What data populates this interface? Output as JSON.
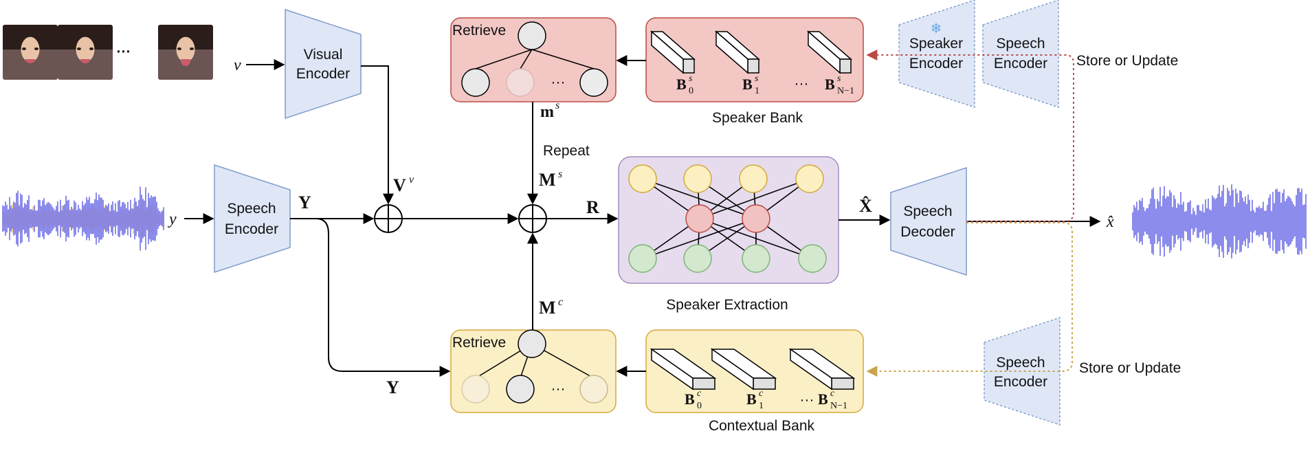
{
  "labels": {
    "visual_encoder": [
      "Visual",
      "Encoder"
    ],
    "speech_encoder_in": [
      "Speech",
      "Encoder"
    ],
    "speaker_encoder": [
      "Speaker",
      "Encoder"
    ],
    "speech_encoder_top": [
      "Speech",
      "Encoder"
    ],
    "speech_encoder_bottom": [
      "Speech",
      "Encoder"
    ],
    "speech_decoder": [
      "Speech",
      "Decoder"
    ],
    "retrieve_top": "Retrieve",
    "retrieve_bottom": "Retrieve",
    "speaker_bank": "Speaker Bank",
    "contextual_bank": "Contextual Bank",
    "speaker_extraction": "Speaker Extraction",
    "store_update_top": "Store or Update",
    "store_update_bottom": "Store or Update",
    "repeat": "Repeat",
    "ellipsis": "···",
    "frames_ellipsis": "···",
    "snowflake": "❄"
  },
  "math": {
    "v": "v",
    "y": "y",
    "x_hat": "x̂",
    "Y_top": "Y",
    "Y_bottom": "Y",
    "V_main": "V",
    "V_sup": "v",
    "R": "R",
    "X_hat": "X̂",
    "ms_main": "m",
    "ms_sup": "s",
    "Ms_main": "M",
    "Ms_sup": "s",
    "Mc_main": "M",
    "Mc_sup": "c",
    "B": "B",
    "sup_s": "s",
    "sup_c": "c",
    "sub_0": "0",
    "sub_1": "1",
    "sub_N1": "N−1"
  },
  "colors": {
    "encoder_fill": "#dfe7f7",
    "encoder_stroke": "#7f9cc9",
    "red_box": "#f2c7c4",
    "red_stroke": "#b94a44",
    "yellow_box": "#fbefc6",
    "yellow_stroke": "#d4a93a",
    "purple_box": "#e6dcee",
    "purple_stroke": "#a58bbb",
    "waveform_blue": "#4040e0",
    "waveform_orange": "#f2b640",
    "node_yellow": "#fcefc1",
    "node_red": "#f2c2c2",
    "node_green": "#d3e8cf",
    "node_grey": "#e6e6e6"
  }
}
